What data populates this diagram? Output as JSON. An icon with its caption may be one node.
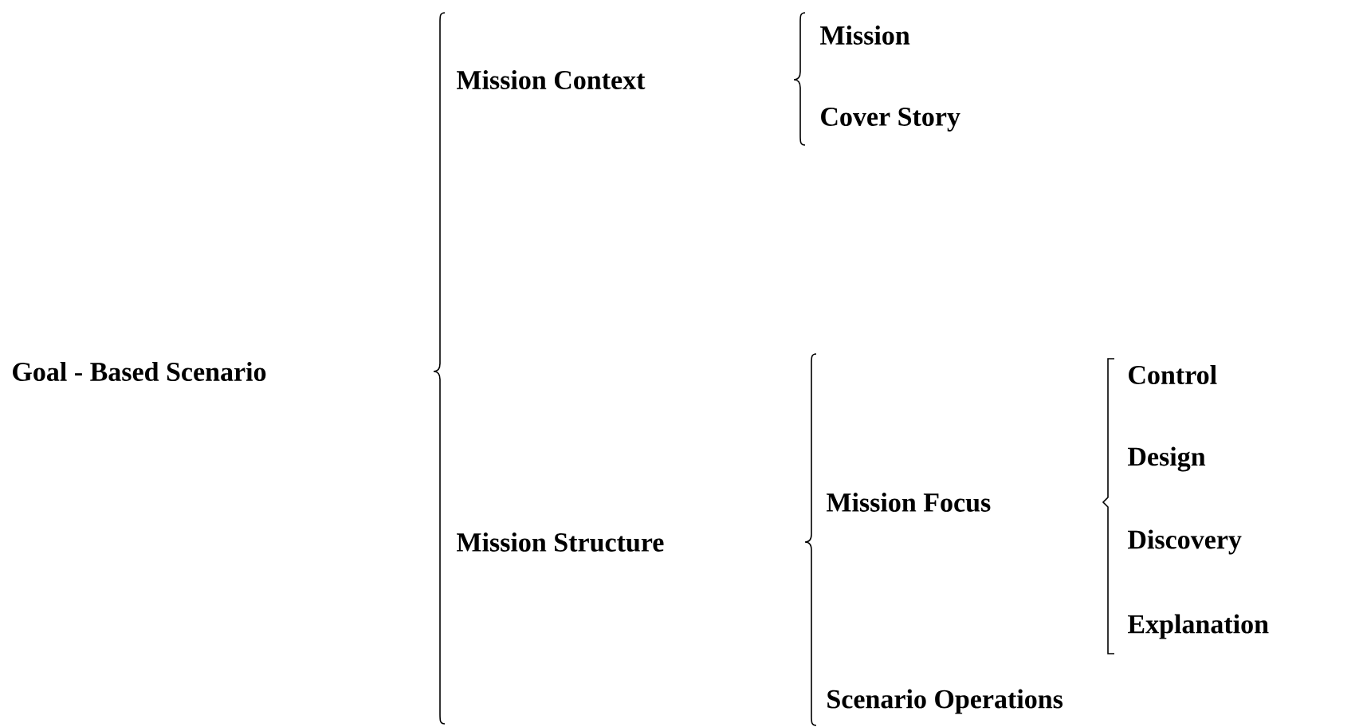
{
  "diagram": {
    "labels": [
      "Goal - Based Scenario",
      "Mission Context",
      "Mission",
      "Cover Story",
      "Mission Structure",
      "Mission Focus",
      "Control",
      "Design",
      "Discovery",
      "Explanation",
      "Scenario Operations"
    ]
  }
}
